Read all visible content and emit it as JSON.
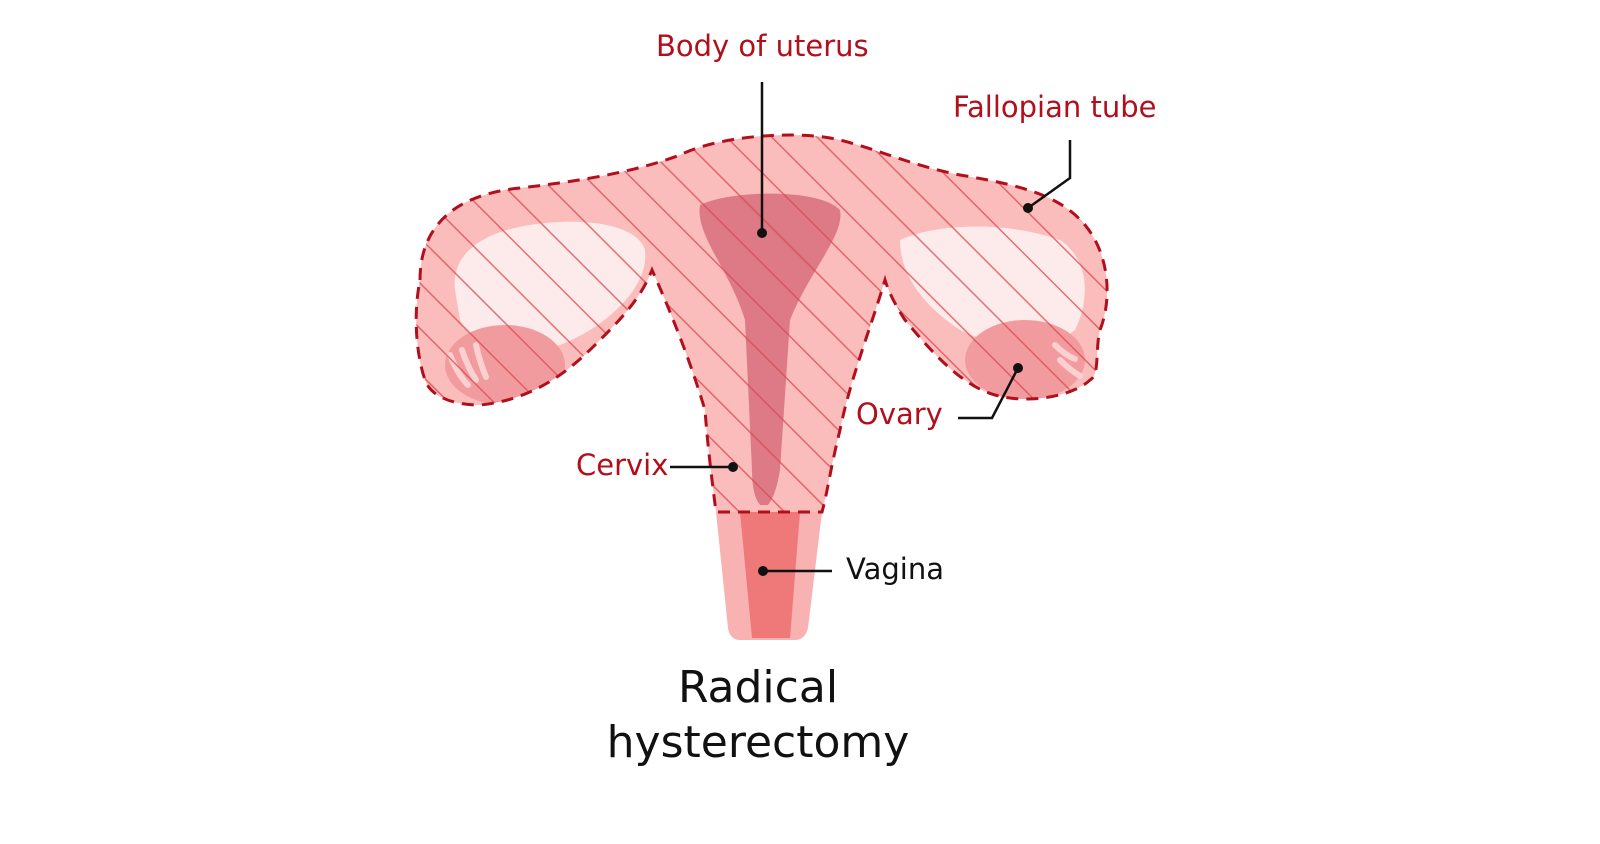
{
  "diagram": {
    "title_line1": "Radical",
    "title_line2": "hysterectomy",
    "labels": {
      "body_of_uterus": "Body of uterus",
      "fallopian_tube": "Fallopian tube",
      "ovary": "Ovary",
      "cervix": "Cervix",
      "vagina": "Vagina"
    },
    "colors": {
      "label_removed": "#b20f1c",
      "label_kept": "#111111",
      "tissue": "#fbbcbc",
      "tissue_light": "#fdeaea",
      "cavity": "#d9727f",
      "ovary": "#f29b9e",
      "vagina_outer": "#f8b2b2",
      "vagina_inner": "#ef7878",
      "hatch": "#d9484f",
      "outline_dashed": "#b20f1c"
    },
    "legend_note": ""
  }
}
